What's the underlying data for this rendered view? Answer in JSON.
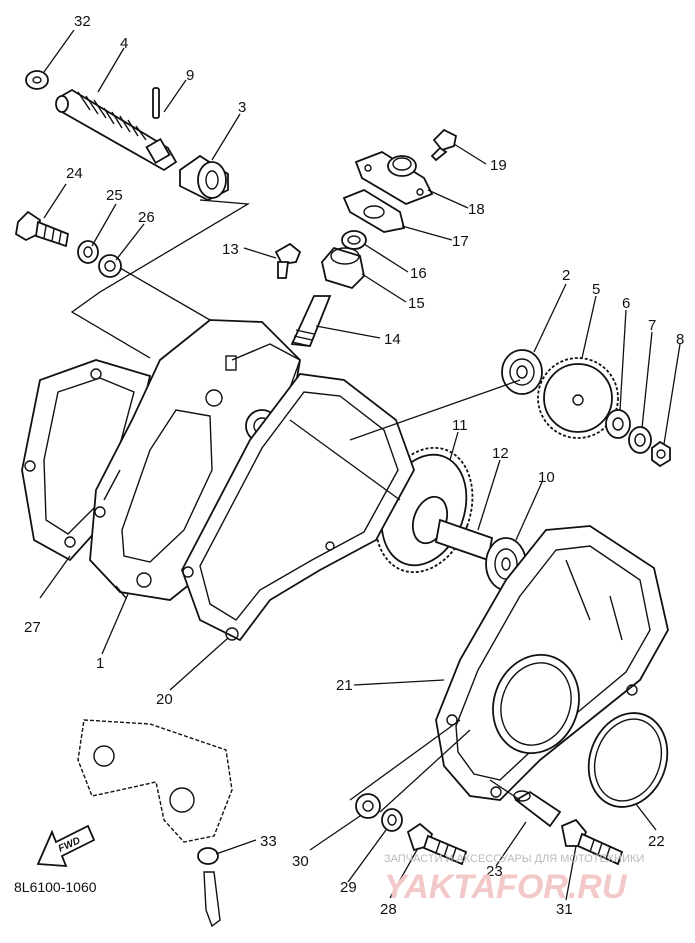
{
  "diagram": {
    "code": "8L6100-1060",
    "fwd_label": "FWD",
    "watermark_line1": "ЗАПЧАСТИ И АКСЕССУАРЫ ДЛЯ МОТОТЕХНИКИ",
    "watermark_line2": "YAKTAFOR.RU",
    "callouts": [
      "32",
      "4",
      "9",
      "3",
      "19",
      "18",
      "17",
      "16",
      "15",
      "13",
      "14",
      "24",
      "25",
      "26",
      "2",
      "5",
      "6",
      "7",
      "8",
      "11",
      "12",
      "10",
      "27",
      "1",
      "20",
      "21",
      "22",
      "33",
      "30",
      "29",
      "28",
      "23",
      "31"
    ]
  }
}
